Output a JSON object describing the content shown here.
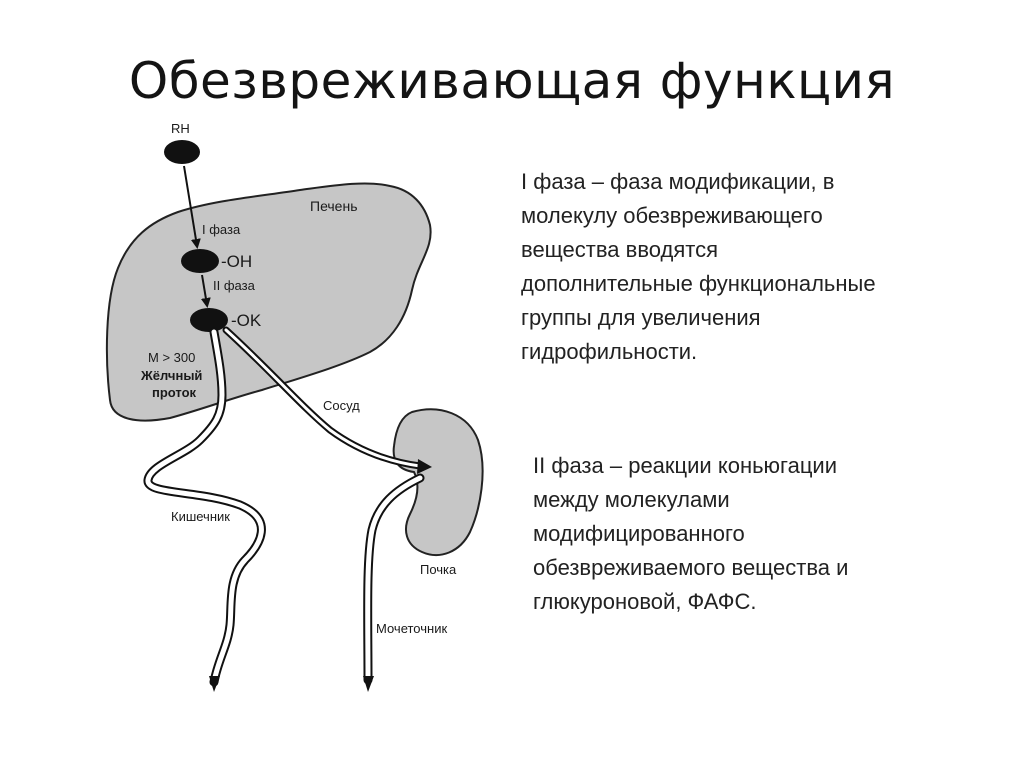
{
  "title": "Обезвреживающая функция",
  "diagram": {
    "substrate": "RH",
    "liver": "Печень",
    "phase1_label": "I фаза",
    "hydroxyl": "-OH",
    "phase2_label": "II фаза",
    "conjugate": "-OK",
    "mass_threshold": "M > 300",
    "bile_duct_line1": "Жёлчный",
    "bile_duct_line2": "проток",
    "vessel": "Сосуд",
    "intestine": "Кишечник",
    "kidney": "Почка",
    "ureter": "Мочеточник"
  },
  "phase1": {
    "lines": [
      "I фаза – фаза модификации, в",
      "молекулу обезвреживающего",
      "вещества вводятся",
      "дополнительные функциональные",
      "группы для увеличения",
      "гидрофильности."
    ]
  },
  "phase2": {
    "lines": [
      "II фаза – реакции коньюгации",
      "между молекулами",
      "модифицированного",
      "обезвреживаемого вещества и",
      "глюкуроновой, ФАФС."
    ]
  }
}
